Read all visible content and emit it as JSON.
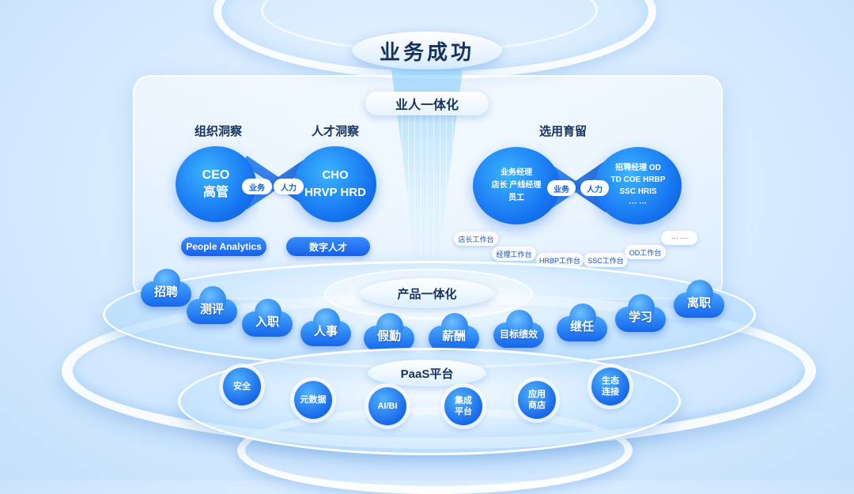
{
  "title": "业务成功",
  "tier1": {
    "label": "业人一体化",
    "left": {
      "label_org": "组织洞察",
      "label_talent": "人才洞察",
      "blob_left_lines": [
        "CEO",
        "高管"
      ],
      "blob_right_lines": [
        "CHO",
        "HRVP HRD"
      ],
      "connector_left": "业务",
      "connector_right": "人力",
      "pill_left": "People Analytics",
      "pill_right": "数字人才"
    },
    "right": {
      "label": "选用育留",
      "blob_left_lines": [
        "业务经理",
        "店长  产线经理",
        "员工"
      ],
      "blob_right_lines": [
        "招聘经理  OD",
        "TD  COE  HRBP",
        "SSC  HRIS",
        "··· ···"
      ],
      "connector_left": "业务",
      "connector_right": "人力",
      "workbenches": [
        "店长工作台",
        "经理工作台",
        "HRBP工作台",
        "SSC工作台",
        "OD工作台",
        "··· ···"
      ]
    }
  },
  "tier2": {
    "label": "产品一体化",
    "modules": [
      "招聘",
      "测评",
      "入职",
      "人事",
      "假勤",
      "薪酬",
      "目标绩效",
      "继任",
      "学习",
      "离职"
    ]
  },
  "tier3": {
    "label": "PaaS平台",
    "items": [
      "安全",
      "元数据",
      "AI/BI",
      "集成\n平台",
      "应用\n商店",
      "生态\n连接"
    ]
  }
}
